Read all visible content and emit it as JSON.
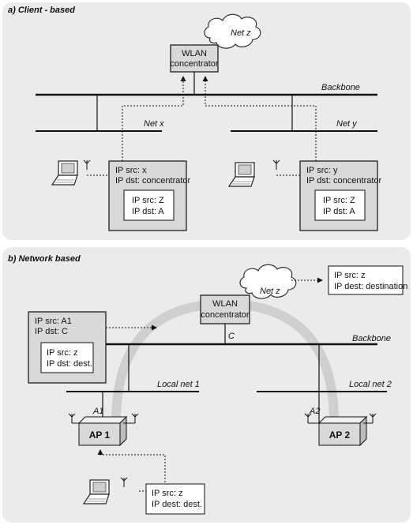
{
  "panel_a": {
    "title": "a) Client - based",
    "cloud_label": "Net z",
    "concentrator_line1": "WLAN",
    "concentrator_line2": "concentrator",
    "backbone_label": "Backbone",
    "net_x_label": "Net x",
    "net_y_label": "Net y",
    "left_box": {
      "outer_line1": "IP src: x",
      "outer_line2": "IP dst: concentrator",
      "inner_line1": "IP src: Z",
      "inner_line2": "IP dst: A"
    },
    "right_box": {
      "outer_line1": "IP src: y",
      "outer_line2": "IP dst: concentrator",
      "inner_line1": "IP src: Z",
      "inner_line2": "IP dst: A"
    }
  },
  "panel_b": {
    "title": "b) Network based",
    "cloud_label": "Net z",
    "concentrator_line1": "WLAN",
    "concentrator_line2": "concentrator",
    "c_label": "C",
    "backbone_label": "Backbone",
    "local_net1_label": "Local net 1",
    "local_net2_label": "Local net 2",
    "a1_label": "A1",
    "a2_label": "A2",
    "ap1_label": "AP 1",
    "ap2_label": "AP 2",
    "dest_box": {
      "line1": "IP src: z",
      "line2": "IP dest: destination"
    },
    "tunnel_box": {
      "outer_line1": "IP src: A1",
      "outer_line2": "IP dst: C",
      "inner_line1": "IP src: z",
      "inner_line2": "IP dst: dest."
    },
    "client_box": {
      "line1": "IP src: z",
      "line2": "IP dest: dest."
    }
  },
  "colors": {
    "panel_bg": "#ebebeb",
    "box_gray": "#d9d9d9",
    "tunnel_arc": "#cfcfcf",
    "line": "#111111"
  }
}
